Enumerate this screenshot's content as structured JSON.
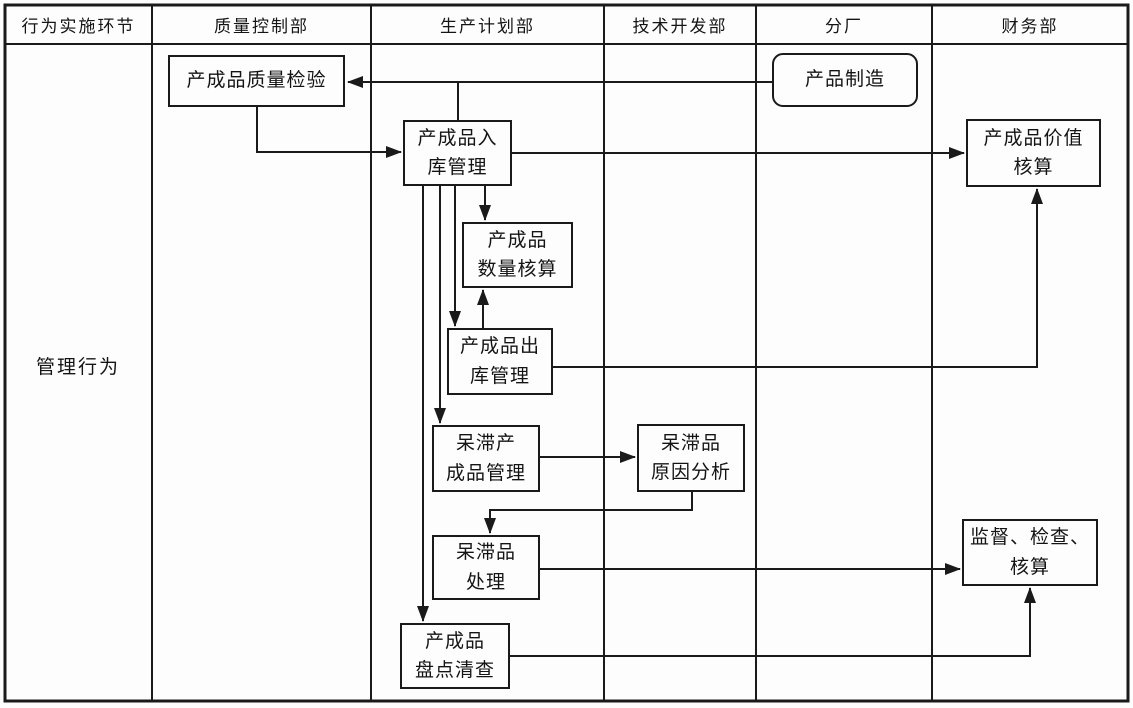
{
  "header": {
    "columns": [
      "行为实施环节",
      "质量控制部",
      "生产计划部",
      "技术开发部",
      "分厂",
      "财务部"
    ]
  },
  "row_label": "管理行为",
  "nodes": {
    "quality_inspection": {
      "label": "产成品质量检验",
      "shape": "rect"
    },
    "product_manufacturing": {
      "label": "产品制造",
      "shape": "rounded"
    },
    "warehouse_in": {
      "label": "产成品入\n库管理",
      "shape": "rect"
    },
    "value_accounting": {
      "label": "产成品价值\n核算",
      "shape": "rect"
    },
    "quantity_accounting": {
      "label": "产成品\n数量核算",
      "shape": "rect"
    },
    "warehouse_out": {
      "label": "产成品出\n库管理",
      "shape": "rect"
    },
    "stagnant_mgmt": {
      "label": "呆滞产\n成品管理",
      "shape": "rect"
    },
    "cause_analysis": {
      "label": "呆滞品\n原因分析",
      "shape": "rect"
    },
    "stagnant_disposal": {
      "label": "呆滞品\n处理",
      "shape": "rect"
    },
    "supervision": {
      "label": "监督、检查、\n核算",
      "shape": "rect"
    },
    "stocktaking": {
      "label": "产成品\n盘点清查",
      "shape": "rect"
    }
  },
  "edges": [
    {
      "from": "product_manufacturing",
      "to": "quality_inspection"
    },
    {
      "from": "product_manufacturing",
      "to": "warehouse_in"
    },
    {
      "from": "quality_inspection",
      "to": "warehouse_in"
    },
    {
      "from": "warehouse_in",
      "to": "value_accounting"
    },
    {
      "from": "warehouse_in",
      "to": "quantity_accounting"
    },
    {
      "from": "warehouse_in",
      "to": "warehouse_out"
    },
    {
      "from": "warehouse_in",
      "to": "stagnant_mgmt"
    },
    {
      "from": "warehouse_in",
      "to": "stocktaking"
    },
    {
      "from": "warehouse_out",
      "to": "quantity_accounting"
    },
    {
      "from": "warehouse_out",
      "to": "value_accounting"
    },
    {
      "from": "stagnant_mgmt",
      "to": "cause_analysis"
    },
    {
      "from": "cause_analysis",
      "to": "stagnant_disposal"
    },
    {
      "from": "stagnant_disposal",
      "to": "supervision"
    },
    {
      "from": "stocktaking",
      "to": "supervision"
    }
  ],
  "colors": {
    "line": "#1a1a1a",
    "background": "#fdfdfd",
    "text": "#141414"
  }
}
